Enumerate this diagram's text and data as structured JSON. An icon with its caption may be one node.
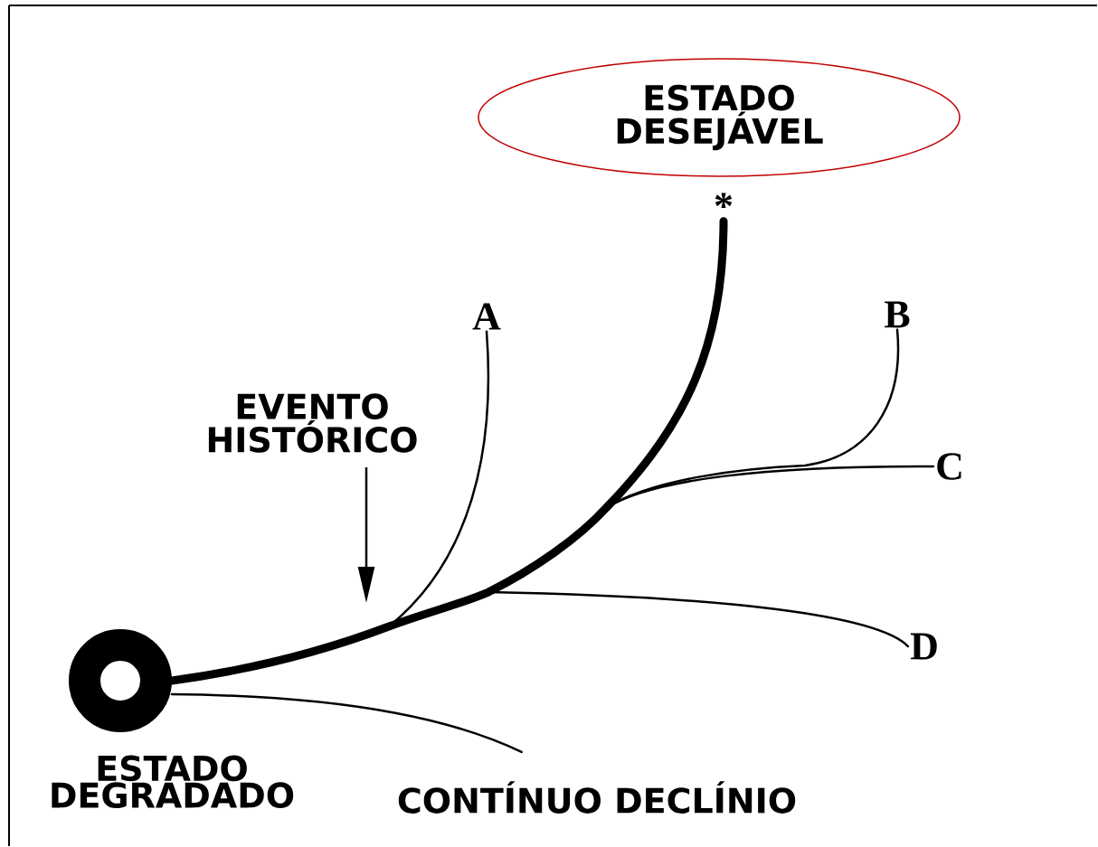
{
  "diagram": {
    "nodes": [
      {
        "text": [],
        "shape": "circle",
        "beside": [
          "ESTADO DEGRADADO"
        ]
      },
      {
        "text": [
          "ESTADO DESEJÁVEL"
        ]
      },
      {
        "text": [
          "*"
        ]
      },
      {
        "text": [
          "A"
        ]
      },
      {
        "text": [
          "B"
        ]
      },
      {
        "text": [
          "C"
        ]
      },
      {
        "text": [
          "D"
        ]
      },
      {
        "text": [
          "CONTÍNUO DECLÍNIO"
        ]
      },
      {
        "text": [
          "EVENTO HISTÓRICO"
        ]
      }
    ],
    "edges": [
      {
        "from": 0,
        "to": 2,
        "arrow": "none",
        "style": "thick"
      },
      {
        "from": 0,
        "to": 3,
        "arrow": "none"
      },
      {
        "from": 0,
        "to": 4,
        "arrow": "none"
      },
      {
        "from": 0,
        "to": 5,
        "arrow": "none"
      },
      {
        "from": 0,
        "to": 6,
        "arrow": "none"
      },
      {
        "from": 0,
        "to": 7,
        "arrow": "none"
      },
      {
        "from": 8,
        "to": null,
        "arrow": "to"
      }
    ]
  }
}
